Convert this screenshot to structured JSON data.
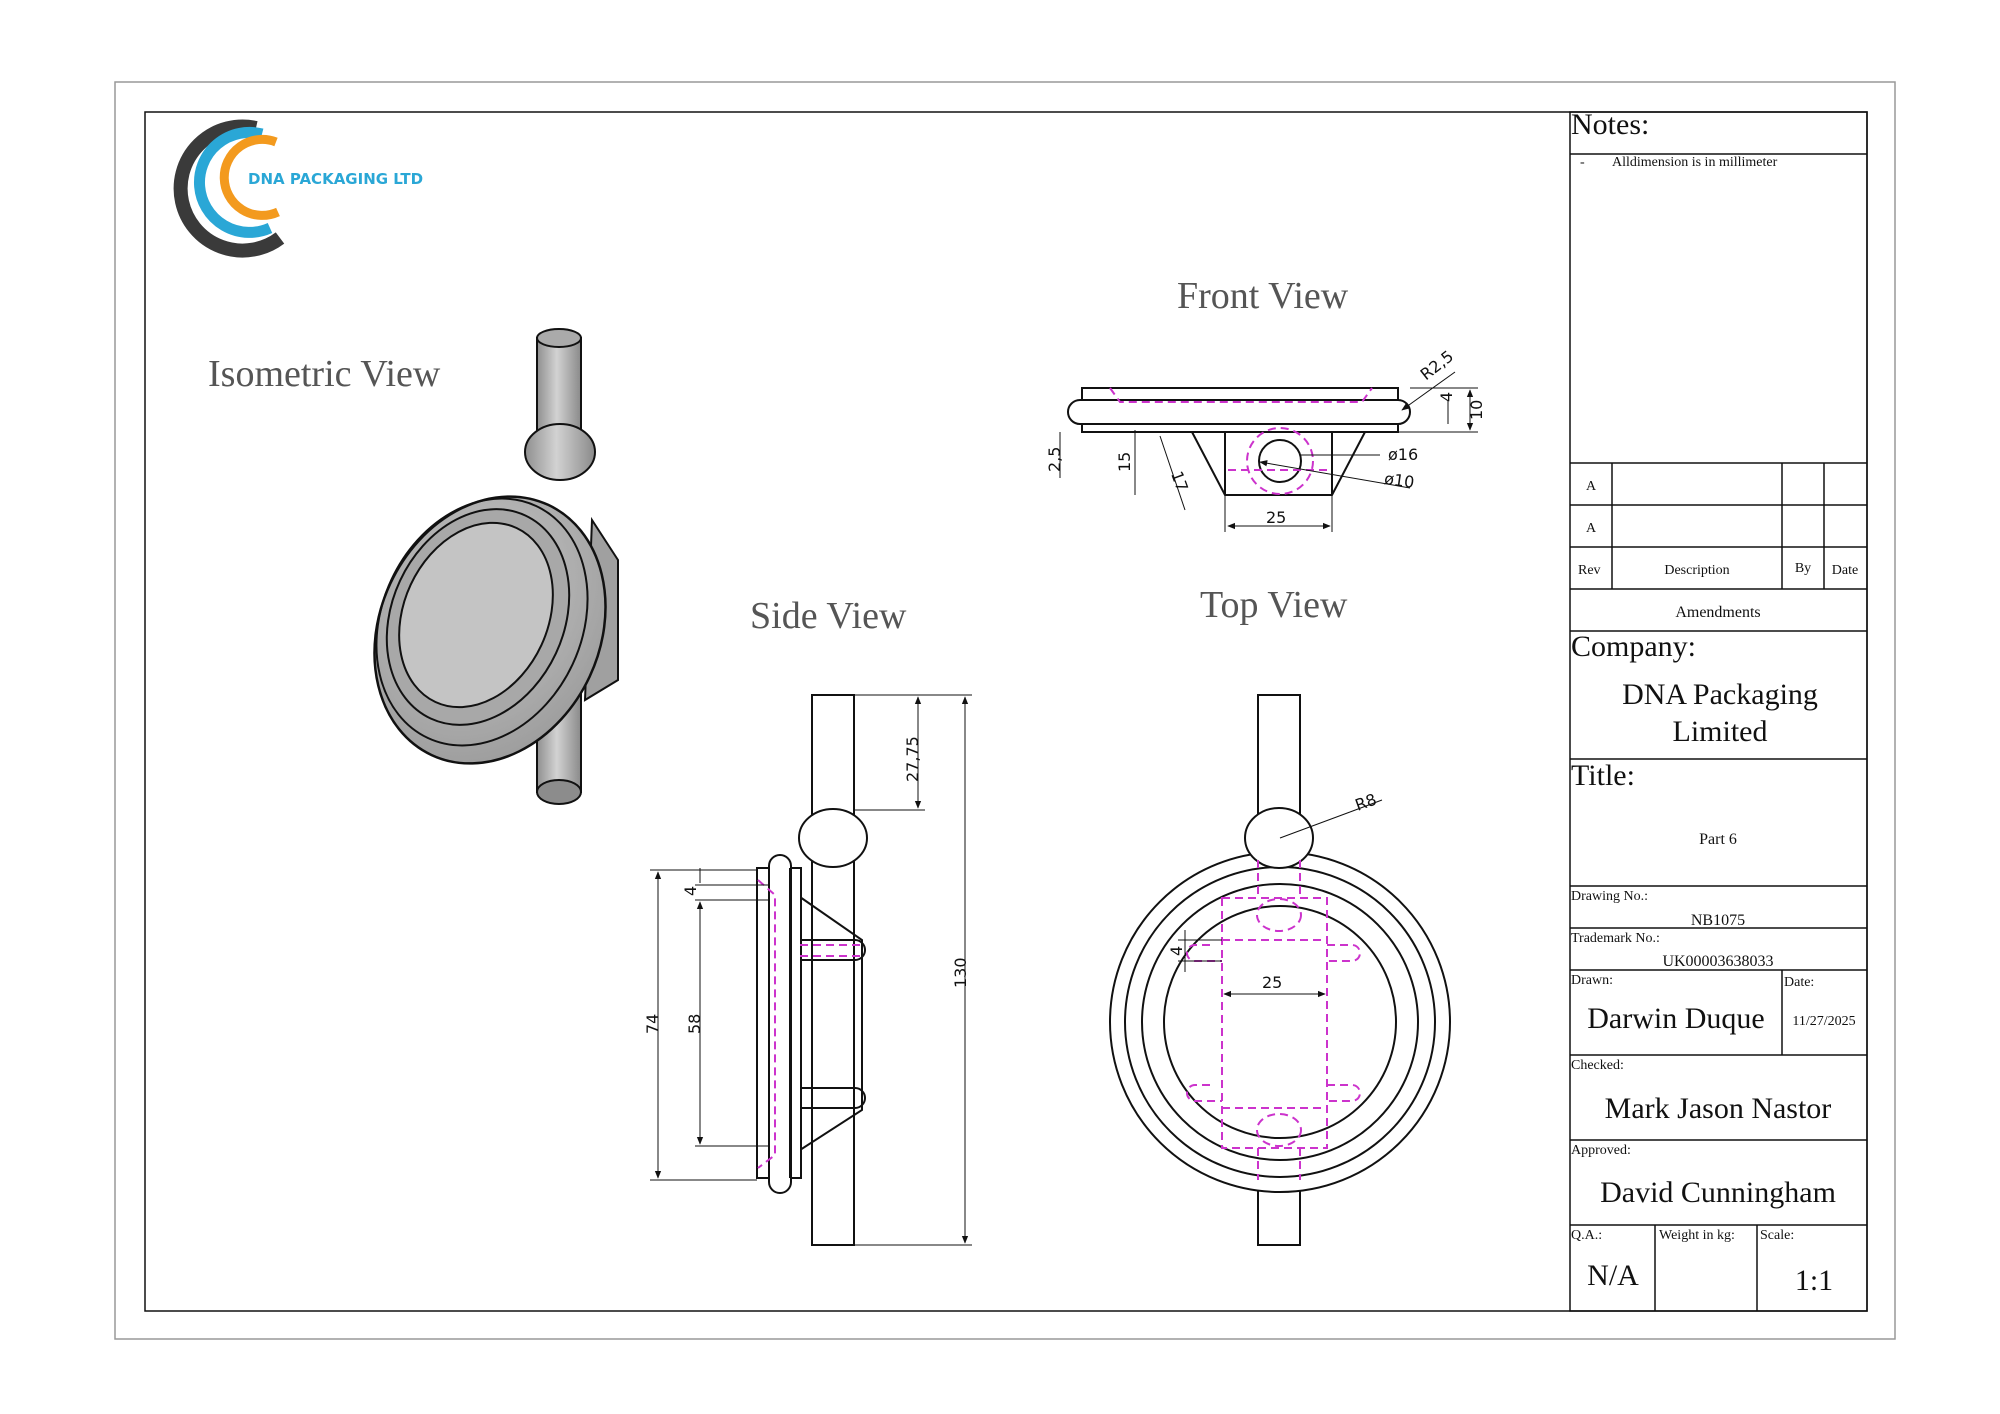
{
  "company_logo": {
    "text": "DNA PACKAGING LTD"
  },
  "views": {
    "isometric": "Isometric View",
    "front": "Front View",
    "side": "Side View",
    "top": "Top View"
  },
  "dimensions": {
    "front": {
      "r2_5": "R2,5",
      "d4": "4",
      "d10": "10",
      "d2_5": "2,5",
      "d15": "15",
      "d17": "17",
      "d25": "25",
      "phi16": "ø16",
      "phi10": "ø10"
    },
    "side": {
      "d27_75": "27,75",
      "d130": "130",
      "d74": "74",
      "d58": "58",
      "d4": "4"
    },
    "top": {
      "r8": "R8",
      "d4": "4",
      "d25": "25"
    }
  },
  "title_block": {
    "notes_label": "Notes:",
    "notes": [
      {
        "bullet": "-",
        "text": "Alldimension is in millimeter"
      }
    ],
    "revisions": [
      {
        "rev": "A"
      },
      {
        "rev": "A"
      }
    ],
    "rev_header": {
      "rev": "Rev",
      "description": "Description",
      "by": "By",
      "date": "Date"
    },
    "amendments_label": "Amendments",
    "company_label": "Company:",
    "company_line1": "DNA Packaging",
    "company_line2": "Limited",
    "title_label": "Title:",
    "title_value": "Part 6",
    "drawing_no_label": "Drawing No.:",
    "drawing_no": "NB1075",
    "trademark_label": "Trademark No.:",
    "trademark_no": "UK00003638033",
    "drawn_label": "Drawn:",
    "drawn_by": "Darwin Duque",
    "date_label": "Date:",
    "date_value": "11/27/2025",
    "checked_label": "Checked:",
    "checked_by": "Mark Jason Nastor",
    "approved_label": "Approved:",
    "approved_by": "David Cunningham",
    "qa_label": "Q.A.:",
    "qa_value": "N/A",
    "weight_label": "Weight in kg:",
    "scale_label": "Scale:",
    "scale_value": "1:1"
  },
  "colors": {
    "outline": "#111111",
    "hidden_lines": "#cc33cc",
    "logo_blue": "#2aa7d6",
    "logo_orange": "#f39a1e",
    "logo_dark": "#3a3a3a",
    "part_grey": "#b5b5b5"
  }
}
